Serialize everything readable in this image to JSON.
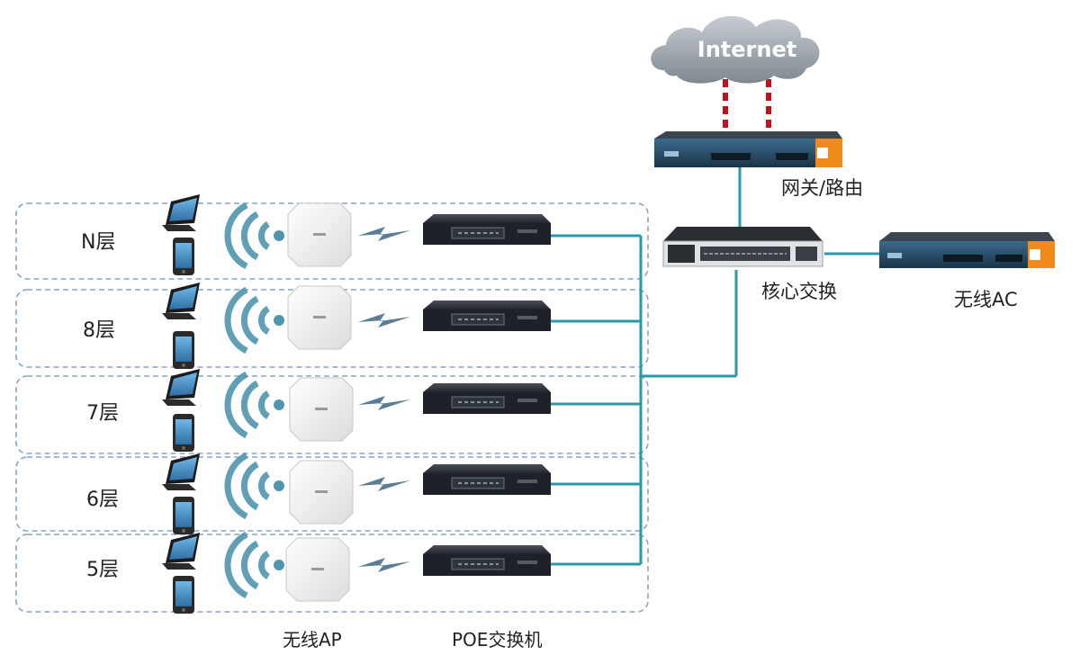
{
  "cloud": {
    "label": "Internet"
  },
  "gateway": {
    "label": "网关/路由"
  },
  "core_switch": {
    "label": "核心交换"
  },
  "wireless_ac": {
    "label": "无线AC"
  },
  "floors": [
    {
      "label": "N层"
    },
    {
      "label": "8层"
    },
    {
      "label": "7层"
    },
    {
      "label": "6层"
    },
    {
      "label": "5层"
    }
  ],
  "bottom_labels": {
    "ap": "无线AP",
    "poe": "POE交换机"
  },
  "colors": {
    "link": "#2a9aa7",
    "wan_dash": "#c0121c",
    "zone_border": "#8aa4c8",
    "device_dark": "#1e2228",
    "accent_orange": "#f08a1a",
    "wifi": "#4f95ad",
    "cloud": "#9aa3ab"
  }
}
